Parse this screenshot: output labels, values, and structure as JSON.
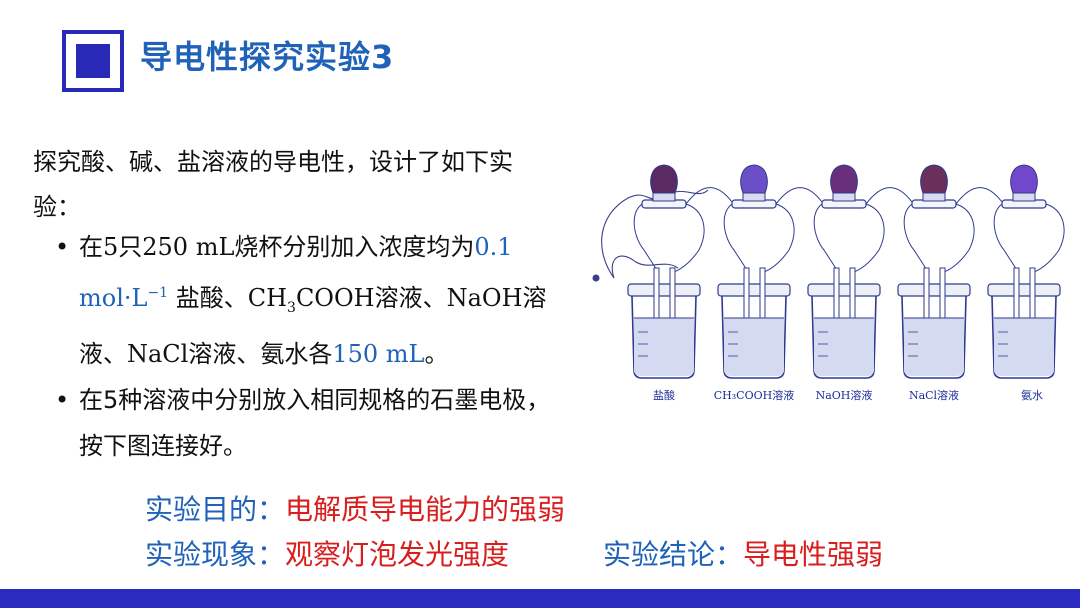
{
  "title": "导电性探究实验3",
  "intro": "探究酸、碱、盐溶液的导电性，设计了如下实验：",
  "bullets": [
    {
      "a": "在5只250 mL烧杯分别加入浓度均为",
      "conc_value": "0.1 mol·L",
      "conc_sup": "−1",
      "b": " 盐酸、CH",
      "sub3": "3",
      "c": "COOH溶液、NaOH溶液、NaCl溶液、氨水各",
      "volume": "150 mL",
      "d": "。"
    },
    {
      "text": "在5种溶液中分别放入相同规格的石墨电极，按下图连接好。"
    }
  ],
  "bullet_symbol": "•",
  "illustration": {
    "labels": [
      "盐酸",
      "CH₃COOH溶液",
      "NaOH溶液",
      "NaCl溶液",
      "氨水"
    ],
    "bulb_colors": [
      "#5a2a63",
      "#6b4fc7",
      "#6a2f7a",
      "#6a2f5a",
      "#7048c9"
    ]
  },
  "purpose": {
    "label": "实验目的：",
    "value": "电解质导电能力的强弱"
  },
  "phenomenon": {
    "label": "实验现象：",
    "value": "观察灯泡发光强度"
  },
  "conclusion": {
    "label": "实验结论：",
    "value": "导电性强弱"
  },
  "colors": {
    "blue": "#1f62b8",
    "red": "#d81e1e",
    "bar": "#2b2bc0"
  }
}
